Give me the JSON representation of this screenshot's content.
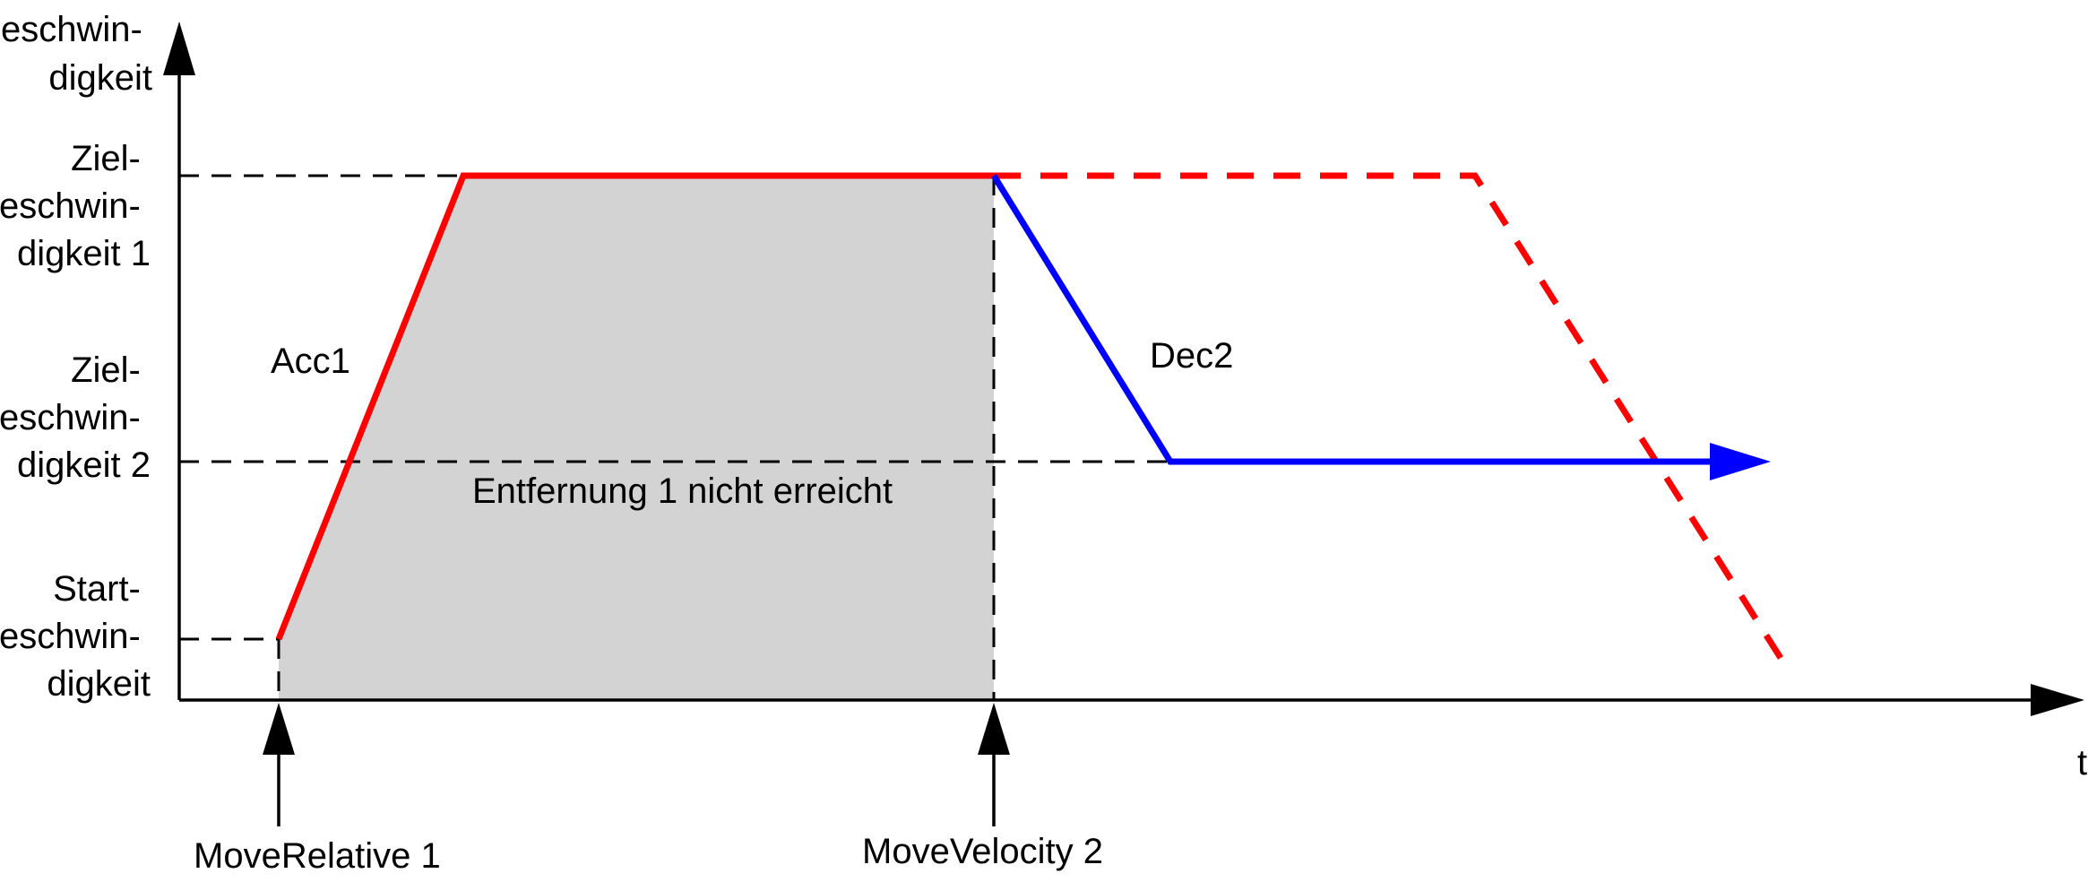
{
  "title": "",
  "axes": {
    "y_label_lines": [
      "Geschwin-",
      "digkeit"
    ],
    "x_label": "t"
  },
  "levels": {
    "target_velocity_1_lines": [
      "Ziel-",
      "geschwin-",
      "digkeit 1"
    ],
    "target_velocity_2_lines": [
      "Ziel-",
      "geschwin-",
      "digkeit 2"
    ],
    "start_velocity_lines": [
      "Start-",
      "geschwin-",
      "digkeit"
    ]
  },
  "segments": {
    "acc1_label": "Acc1",
    "dec2_label": "Dec2",
    "distance_note": "Entfernung 1 nicht erreicht"
  },
  "events": {
    "move_relative": "MoveRelative 1",
    "move_velocity": "MoveVelocity 2"
  },
  "colors": {
    "move_relative_profile": "#ff0000",
    "move_velocity_profile": "#0000ff",
    "distance_area": "#d3d3d3",
    "axes": "#000000"
  }
}
